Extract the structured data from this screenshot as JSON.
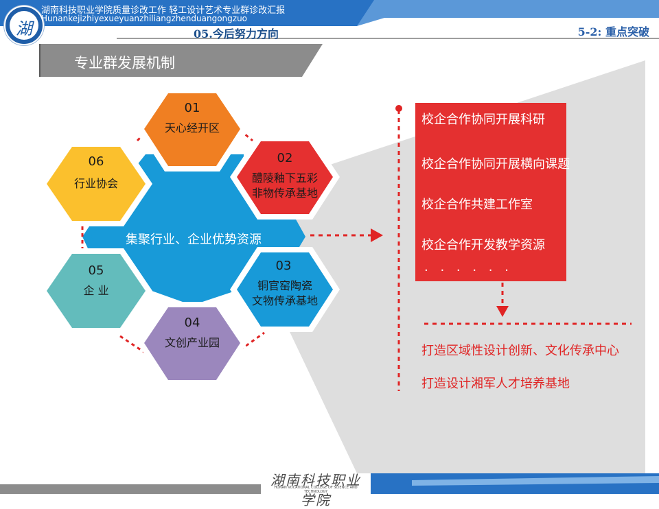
{
  "header": {
    "line1": "湖南科技职业学院质量诊改工作 轻工设计艺术专业群诊改汇报",
    "line2": "Hunankejizhiyexueyuanzhiliangzhenduangongzuo",
    "section_title": "05.今后努力方向",
    "breadcrumb": "5-2: 重点突破",
    "logo_mark": "湖"
  },
  "section_bar": {
    "label": "专业群发展机制"
  },
  "center": {
    "label": "集聚行业、企业优势资源"
  },
  "hexagons": [
    {
      "num": "01",
      "lines": [
        "天心经开区"
      ],
      "color": "#f07f22"
    },
    {
      "num": "02",
      "lines": [
        "醴陵釉下五彩",
        "非物传承基地"
      ],
      "color": "#e53030"
    },
    {
      "num": "03",
      "lines": [
        "铜官窑陶瓷",
        "文物传承基地"
      ],
      "color": "#189ad8"
    },
    {
      "num": "04",
      "lines": [
        "文创产业园"
      ],
      "color": "#9b87bd"
    },
    {
      "num": "05",
      "lines": [
        "企 业"
      ],
      "color": "#63bcbc"
    },
    {
      "num": "06",
      "lines": [
        "行业协会"
      ],
      "color": "#fbc02d"
    }
  ],
  "panel": {
    "items": [
      "校企合作协同开展科研",
      "校企合作协同开展横向课题",
      "校企合作共建工作室",
      "校企合作开发教学资源"
    ],
    "ellipsis": "· · · · · ·",
    "color": "#e43030"
  },
  "goals": [
    "打造区域性设计创新、文化传承中心",
    "打造设计湘军人才培养基地"
  ],
  "footer": {
    "logo_cn": "湖南科技职业学院",
    "logo_en": "HUNAN VOCATIONAL COLLEGE OF SCIENCE AND TECHNOLOGY"
  },
  "colors": {
    "header_blue": "#2872c4",
    "accent_red": "#e02424",
    "center_blue": "#189ad8",
    "bar_gray": "#8c8c8c"
  }
}
